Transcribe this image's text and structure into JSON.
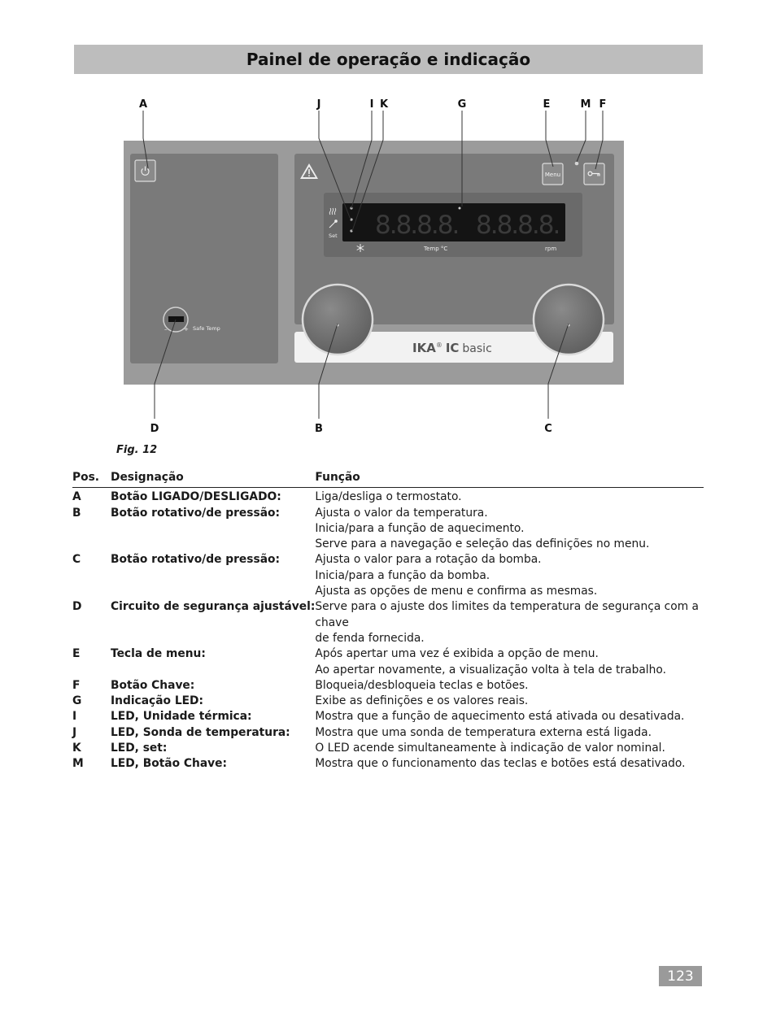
{
  "page": {
    "title": "Painel de operação e indicação",
    "figure_caption": "Fig. 12",
    "page_number": "123"
  },
  "figure": {
    "callouts": {
      "A": "A",
      "J": "J",
      "I": "I",
      "K": "K",
      "G": "G",
      "E": "E",
      "M": "M",
      "F": "F",
      "D": "D",
      "B": "B",
      "C": "C"
    },
    "panel": {
      "menu_label": "Menu",
      "safe_temp_label": "Safe Temp",
      "safe_temp_minus": "–",
      "safe_temp_plus": "+",
      "set_label": "Set",
      "temp_label": "Temp °C",
      "rpm_label": "rpm",
      "display_digits": "8.8.8.8.",
      "brand": "IKA",
      "brand_reg": "®",
      "model_ic": "IC",
      "model_basic": "basic"
    }
  },
  "table": {
    "headers": {
      "pos": "Pos.",
      "designation": "Designação",
      "function": "Função"
    },
    "rows": [
      {
        "pos": "A",
        "designation": "Botão LIGADO/DESLIGADO:",
        "function": [
          "Liga/desliga o termostato."
        ]
      },
      {
        "pos": "B",
        "designation": "Botão rotativo/de pressão:",
        "function": [
          "Ajusta o valor da temperatura.",
          "Inicia/para a função de aquecimento.",
          "Serve para a navegação e seleção das definições no menu."
        ]
      },
      {
        "pos": "C",
        "designation": "Botão rotativo/de pressão:",
        "function": [
          "Ajusta o valor para a rotação da bomba.",
          "Inicia/para a função da bomba.",
          "Ajusta as opções de menu e confirma as mesmas."
        ]
      },
      {
        "pos": "D",
        "designation": "Circuito de segurança ajustável:",
        "function": [
          "Serve para o ajuste dos limites da temperatura de segurança com a chave",
          "de fenda fornecida."
        ]
      },
      {
        "pos": "E",
        "designation": "Tecla de menu:",
        "function": [
          "Após apertar uma vez é exibida a opção de menu.",
          "Ao apertar novamente, a visualização volta à tela de trabalho."
        ]
      },
      {
        "pos": "F",
        "designation": "Botão Chave:",
        "function": [
          "Bloqueia/desbloqueia teclas e botões."
        ]
      },
      {
        "pos": "G",
        "designation": "Indicação LED:",
        "function": [
          "Exibe as definições e os valores reais."
        ]
      },
      {
        "pos": "I",
        "designation": "LED, Unidade térmica:",
        "function": [
          "Mostra que a função de aquecimento está ativada ou desativada."
        ]
      },
      {
        "pos": "J",
        "designation": "LED, Sonda de temperatura:",
        "function": [
          "Mostra que uma sonda de temperatura externa está ligada."
        ]
      },
      {
        "pos": "K",
        "designation": "LED, set:",
        "function": [
          "O LED acende simultaneamente à indicação de valor nominal."
        ]
      },
      {
        "pos": "M",
        "designation": "LED, Botão Chave:",
        "function": [
          "Mostra que o funcionamento das teclas e botões está desativado."
        ]
      }
    ]
  },
  "colors": {
    "title_bar": "#bdbdbd",
    "panel_frame": "#9b9b9b",
    "panel_face": "#7a7a7a",
    "display_bg": "#141414",
    "digit_color": "#3a3a3a",
    "page_number_bg": "#9a9a9a"
  }
}
